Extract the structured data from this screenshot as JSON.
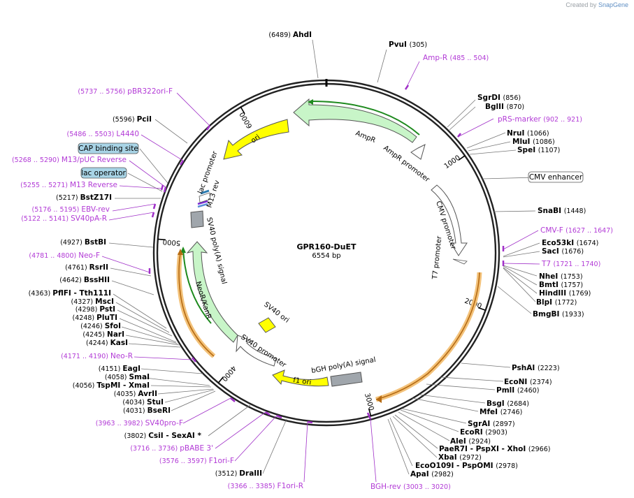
{
  "credit": {
    "prefix": "Created by",
    "brand": "SnapGene"
  },
  "plasmid": {
    "name": "GPR160-DuET",
    "length": "6554 bp",
    "total_bp": 6554
  },
  "tick_labels": [
    "1000",
    "2000",
    "3000",
    "4000",
    "5000",
    "6000"
  ],
  "feature_names": {
    "AmpR": "AmpR",
    "AmpR_promoter": "AmpR promoter",
    "CMV_promoter": "CMV promoter",
    "T7_promoter": "T7 promoter",
    "bGH": "bGH poly(A) signal",
    "f1ori": "f1 ori",
    "SV40_promoter": "SV40 promoter",
    "SV40_ori": "SV40 ori",
    "NeoR": "NeoR/KanR",
    "SV40pA": "SV40 poly(A) signal",
    "M13rev": "M13 rev",
    "lac_promoter": "lac promoter",
    "ori": "ori"
  },
  "boxed_labels": {
    "cap": "CAP binding site",
    "lacop": "lac operator",
    "cmv": "CMV enhancer"
  },
  "left_labels": [
    {
      "pos": "(6489)",
      "name": "AhdI"
    },
    {
      "pos": "(5737 .. 5756)",
      "name": "pBR322ori-F"
    },
    {
      "pos": "(5596)",
      "name": "PciI"
    },
    {
      "pos": "(5486 .. 5503)",
      "name": "L4440"
    },
    {
      "pos": "(5268 .. 5290)",
      "name": "M13/pUC Reverse"
    },
    {
      "pos": "(5255 .. 5271)",
      "name": "M13 Reverse"
    },
    {
      "pos": "(5217)",
      "name": "BstZ17I"
    },
    {
      "pos": "(5176 .. 5195)",
      "name": "EBV-rev"
    },
    {
      "pos": "(5122 .. 5141)",
      "name": "SV40pA-R"
    },
    {
      "pos": "(4927)",
      "name": "BstBI"
    },
    {
      "pos": "(4781 .. 4800)",
      "name": "Neo-F"
    },
    {
      "pos": "(4761)",
      "name": "RsrII"
    },
    {
      "pos": "(4642)",
      "name": "BssHII"
    },
    {
      "pos": "(4363)",
      "name": "PflFI  - Tth111I"
    },
    {
      "pos": "(4327)",
      "name": "MscI"
    },
    {
      "pos": "(4298)",
      "name": "PstI"
    },
    {
      "pos": "(4248)",
      "name": "PluTI"
    },
    {
      "pos": "(4246)",
      "name": "SfoI"
    },
    {
      "pos": "(4245)",
      "name": "NarI"
    },
    {
      "pos": "(4244)",
      "name": "KasI"
    },
    {
      "pos": "(4171 .. 4190)",
      "name": "Neo-R"
    },
    {
      "pos": "(4151)",
      "name": "EagI"
    },
    {
      "pos": "(4058)",
      "name": "SmaI"
    },
    {
      "pos": "(4056)",
      "name": "TspMI  - XmaI"
    },
    {
      "pos": "(4035)",
      "name": "AvrII"
    },
    {
      "pos": "(4034)",
      "name": "StuI"
    },
    {
      "pos": "(4031)",
      "name": "BseRI"
    },
    {
      "pos": "(3963 .. 3982)",
      "name": "SV40pro-F"
    },
    {
      "pos": "(3802)",
      "name": "CsiI  - SexAI *"
    },
    {
      "pos": "(3716 .. 3736)",
      "name": "pBABE 3'"
    },
    {
      "pos": "(3576 .. 3597)",
      "name": "F1ori-F"
    },
    {
      "pos": "(3512)",
      "name": "DraIII"
    },
    {
      "pos": "(3366 .. 3385)",
      "name": "F1ori-R"
    }
  ],
  "right_labels": [
    {
      "name": "PvuI",
      "pos": "(305)"
    },
    {
      "name": "Amp-R",
      "pos": "(485 .. 504)"
    },
    {
      "name": "SgrDI",
      "pos": "(856)"
    },
    {
      "name": "BglII",
      "pos": "(870)"
    },
    {
      "name": "pRS-marker",
      "pos": "(902 .. 921)"
    },
    {
      "name": "NruI",
      "pos": "(1066)"
    },
    {
      "name": "MluI",
      "pos": "(1086)"
    },
    {
      "name": "SpeI",
      "pos": "(1107)"
    },
    {
      "name": "SnaBI",
      "pos": "(1448)"
    },
    {
      "name": "CMV-F",
      "pos": "(1627 .. 1647)"
    },
    {
      "name": "Eco53kI",
      "pos": "(1674)"
    },
    {
      "name": "SacI",
      "pos": "(1676)"
    },
    {
      "name": "T7",
      "pos": "(1721 .. 1740)"
    },
    {
      "name": "NheI",
      "pos": "(1753)"
    },
    {
      "name": "BmtI",
      "pos": "(1757)"
    },
    {
      "name": "HindIII",
      "pos": "(1769)"
    },
    {
      "name": "BlpI",
      "pos": "(1772)"
    },
    {
      "name": "BmgBI",
      "pos": "(1933)"
    },
    {
      "name": "PshAI",
      "pos": "(2223)"
    },
    {
      "name": "EcoNI",
      "pos": "(2374)"
    },
    {
      "name": "PmlI",
      "pos": "(2460)"
    },
    {
      "name": "BsgI",
      "pos": "(2684)"
    },
    {
      "name": "MfeI",
      "pos": "(2746)"
    },
    {
      "name": "SgrAI",
      "pos": "(2897)"
    },
    {
      "name": "EcoRI",
      "pos": "(2903)"
    },
    {
      "name": "AleI",
      "pos": "(2924)"
    },
    {
      "name": "PaeR7I  - PspXI  - XhoI",
      "pos": "(2966)"
    },
    {
      "name": "XbaI",
      "pos": "(2972)"
    },
    {
      "name": "EcoO109I  - PspOMI",
      "pos": "(2978)"
    },
    {
      "name": "ApaI",
      "pos": "(2982)"
    },
    {
      "name": "BGH-rev",
      "pos": "(3003 .. 3020)"
    }
  ]
}
